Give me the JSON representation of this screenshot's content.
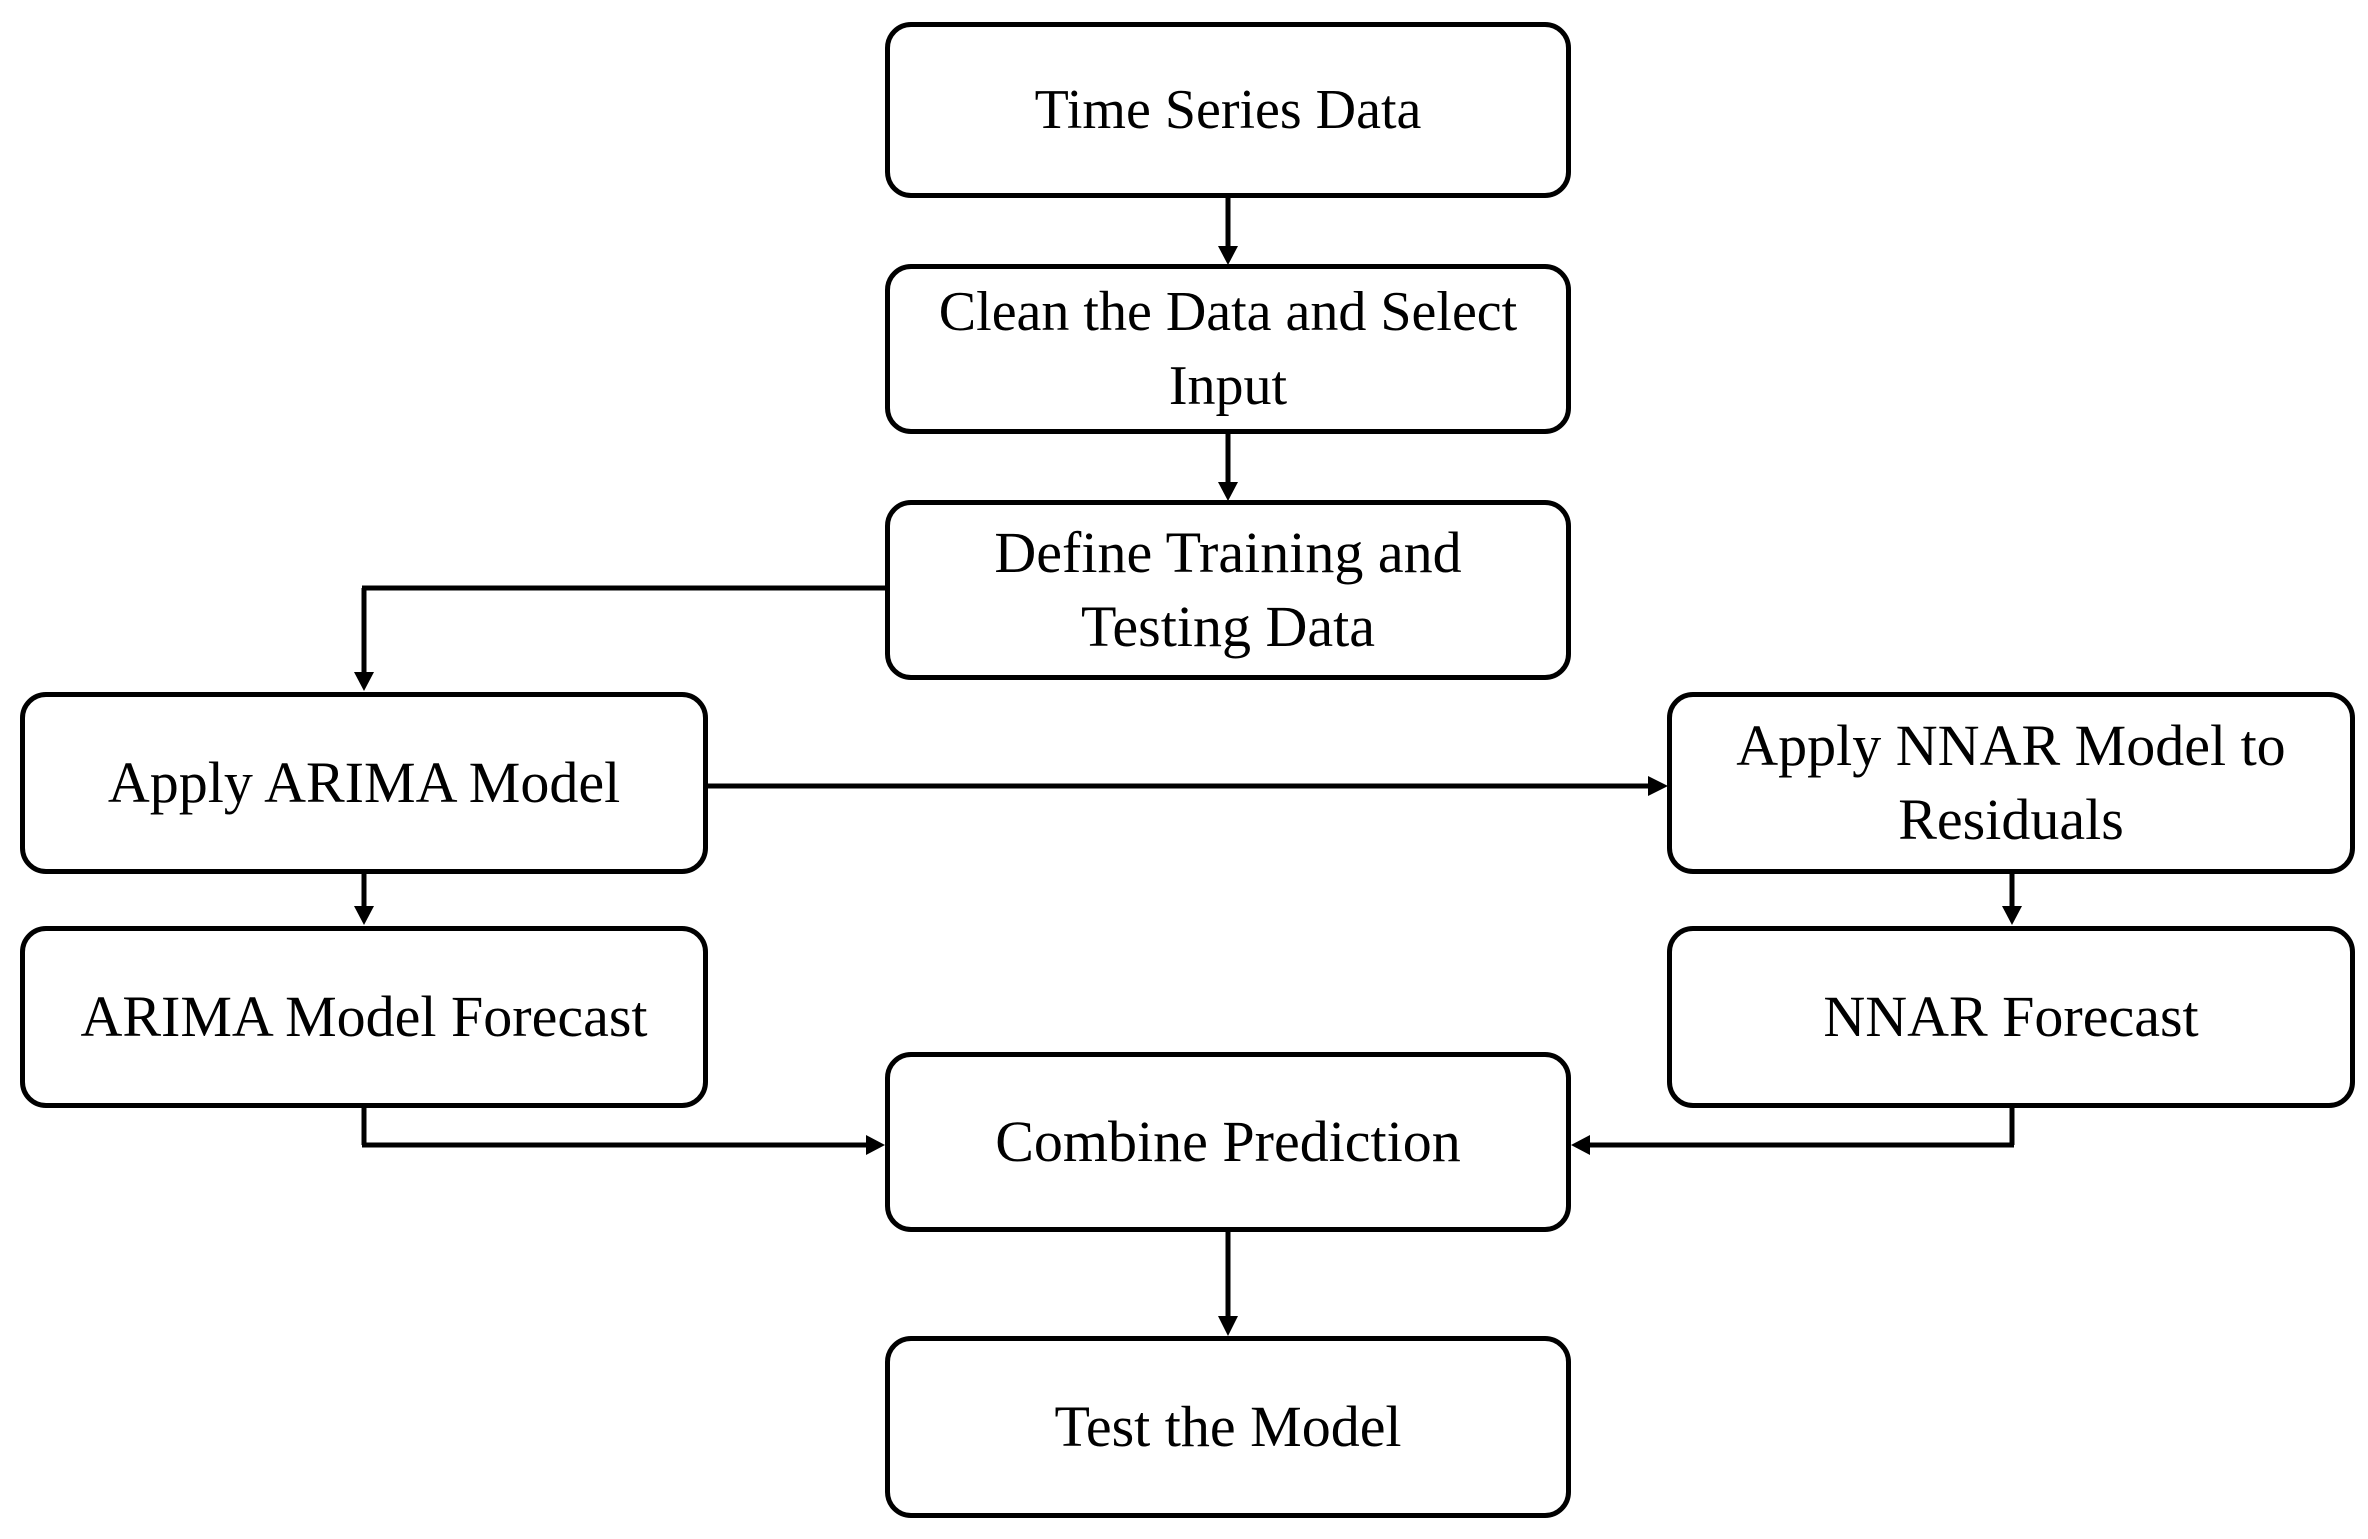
{
  "diagram": {
    "nodes": {
      "time_series": "Time Series Data",
      "clean": "Clean the Data and Select\nInput",
      "define": "Define Training and\nTesting Data",
      "arima": "Apply ARIMA Model",
      "nnar_residuals": "Apply NNAR Model to\nResiduals",
      "arima_forecast": "ARIMA Model Forecast",
      "nnar_forecast": "NNAR Forecast",
      "combine": "Combine Prediction",
      "test": "Test the Model"
    },
    "edges": [
      {
        "from": "time_series",
        "to": "clean"
      },
      {
        "from": "clean",
        "to": "define"
      },
      {
        "from": "define",
        "to": "arima"
      },
      {
        "from": "arima",
        "to": "nnar_residuals"
      },
      {
        "from": "arima",
        "to": "arima_forecast"
      },
      {
        "from": "nnar_residuals",
        "to": "nnar_forecast"
      },
      {
        "from": "arima_forecast",
        "to": "combine"
      },
      {
        "from": "nnar_forecast",
        "to": "combine"
      },
      {
        "from": "combine",
        "to": "test"
      }
    ]
  }
}
